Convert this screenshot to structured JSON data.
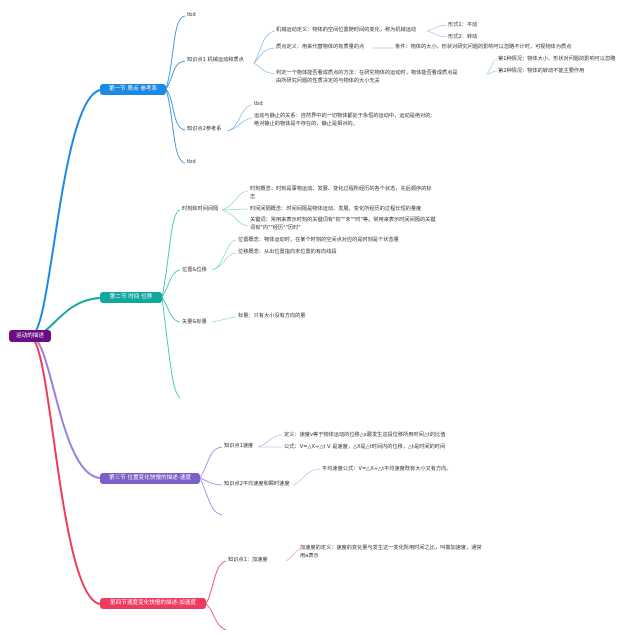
{
  "root": {
    "label": "运动的描述",
    "color": "#6a0d83"
  },
  "branches": [
    {
      "label": "第一节 质点 参考系",
      "color": "#1e88e5",
      "line_color": "#1e88e5"
    },
    {
      "label": "第二节 时间 位移",
      "color": "#13a89e",
      "line_color": "#2cc0b0"
    },
    {
      "label": "第三节 位置变化快慢的描述-速度",
      "color": "#7b5fc4",
      "line_color": "#9a7fe0"
    },
    {
      "label": "第四节速度变化快慢的描述-加速度",
      "color": "#ef3b5d",
      "line_color": "#ef3b5d"
    }
  ],
  "b1": {
    "tbd_top": "tbd",
    "k1": {
      "label": "知识点1 机械运动和质点",
      "def": "机械运动定义：物体的空间位置随时间的变化，称为机械运动",
      "form1": "形式1：平动",
      "form2": "形式2：转动",
      "zhidian": "质点定义：用来代替物体的有质量的点",
      "cond": "条件：物体的大小、形状对研究问题的影响可以忽略不计时，可视物体为质点",
      "method_1": "判定一个物体能否看成质点的方法：在研究物体的运动时，物体能否看成质点是",
      "method_2": "由所研究问题的性质决定的与物体的大小无关",
      "case1": "第1种情况：物体大小、形状对问题的影响可以忽略",
      "case2": "第2种情况：物体的转动不能主要作用"
    },
    "k2": {
      "label": "知识点2参考系",
      "tbd": "tbd",
      "rel_1": "运动与静止的关系：自然界中的一切物体都处于永恒的运动中，运动是绝对的;",
      "rel_2": "绝对静止的物体是不存在的，静止是相对的。"
    },
    "tbd_bottom": "tbd"
  },
  "b2": {
    "g1": {
      "label": "时刻和时间间隔",
      "a_1": "时刻概念：时刻是事物运动、发展、变化过程所经历的各个状态，先后顺序的标",
      "a_2": "志",
      "b": "时间间隔概念：时间间隔是物体运动、发展、变化所经历的过程长短的量度",
      "c_1": "关键词：常用来表示时刻的关键词有\"初\"\"末\"\"时\"等。常用来表示时间间隔的关键",
      "c_2": "词有\"内\"\"经历\"\"历时\""
    },
    "g2": {
      "label": "位置&位移",
      "a": "位置概念：物体运动时，在某个时刻的空间点对应的是时刻是个状态量",
      "b": "位移概念：从出位置指向末位置的有向线段"
    },
    "g3": {
      "label": "矢量&标量",
      "a": "标量：只有大小没有方向的量"
    }
  },
  "b3": {
    "k1": {
      "label": "知识点1速度",
      "def": "定义：速度v等于物体运动的位移△x跟发生这段位移所用时间△t的比值",
      "formula": "公式：V=△X÷△t  V 是速度，△X是△t时间内的位移，△t是时间的时间"
    },
    "k2": {
      "label": "知识点2平均速度和瞬时速度",
      "avg": "平均速度公式：V=△X÷△t平均速度既有大小又有方向。"
    }
  },
  "b4": {
    "k1": {
      "label": "知识点1：加速度",
      "def_1": "加速度的定义：速度的变化量与发生这一变化所用时间之比，叫做加速度，通常",
      "def_2": "用a表示"
    }
  }
}
